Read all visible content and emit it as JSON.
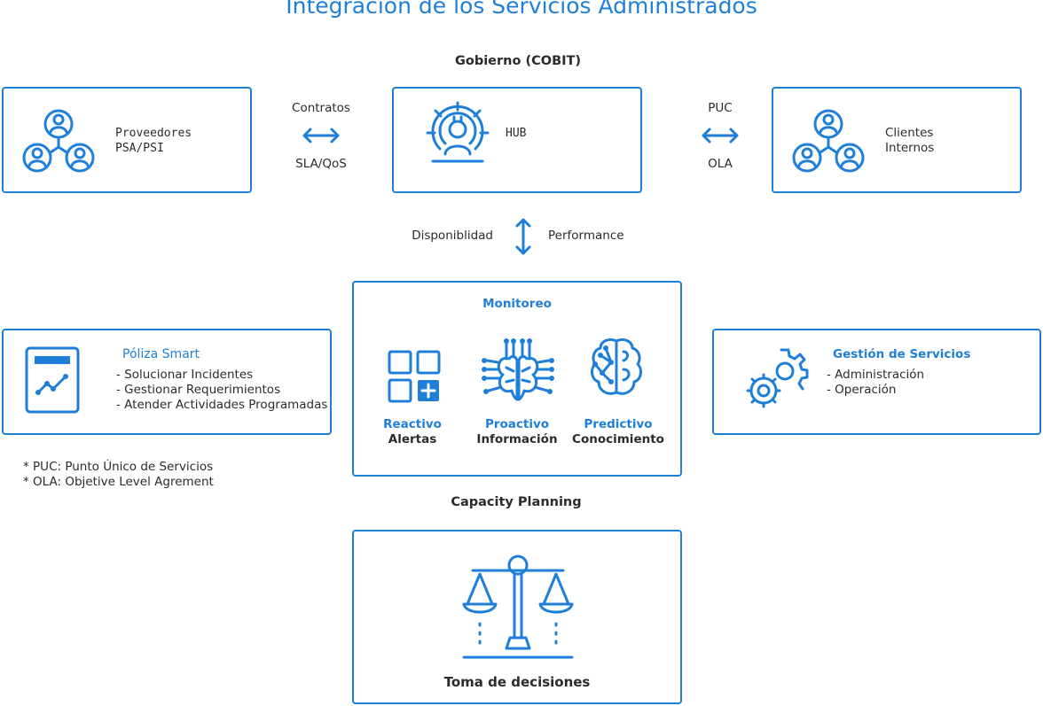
{
  "title": "Integración de los Servicios Administrados",
  "governance": "Gobierno (COBIT)",
  "providers": {
    "line1": "Proveedores",
    "line2": "PSA/PSI",
    "icon": "people-network-icon"
  },
  "hub": {
    "label": "HUB",
    "icon": "gear-person-icon"
  },
  "clients": {
    "line1": "Clientes",
    "line2": "Internos",
    "icon": "people-network-icon"
  },
  "left_link": {
    "top": "Contratos",
    "bottom": "SLA/QoS"
  },
  "right_link": {
    "top": "PUC",
    "bottom": "OLA"
  },
  "vertical_link": {
    "left": "Disponiblidad",
    "right": "Performance"
  },
  "poliza": {
    "title": "Póliza Smart",
    "items": [
      "- Solucionar Incidentes",
      "- Gestionar Requerimientos",
      "- Atender Actividades Programadas"
    ],
    "icon": "chart-document-icon"
  },
  "monitoring": {
    "title": "Monitoreo",
    "items": [
      {
        "title": "Reactivo",
        "subtitle": "Alertas",
        "icon": "grid-plus-icon"
      },
      {
        "title": "Proactivo",
        "subtitle": "Información",
        "icon": "circuit-brain-icon"
      },
      {
        "title": "Predictivo",
        "subtitle": "Conocimiento",
        "icon": "network-brain-icon"
      }
    ]
  },
  "services": {
    "title": "Gestión de Servicios",
    "items": [
      "- Administración",
      "- Operación"
    ],
    "icon": "gears-icon"
  },
  "footnotes": [
    "* PUC: Punto Único de Servicios",
    "* OLA: Objetive Level Agrement"
  ],
  "capacity": {
    "heading": "Capacity Planning",
    "caption": "Toma de decisiones",
    "icon": "balance-scale-icon"
  },
  "colors": {
    "accent": "#1f7fd8",
    "text": "#2b2b2b"
  }
}
